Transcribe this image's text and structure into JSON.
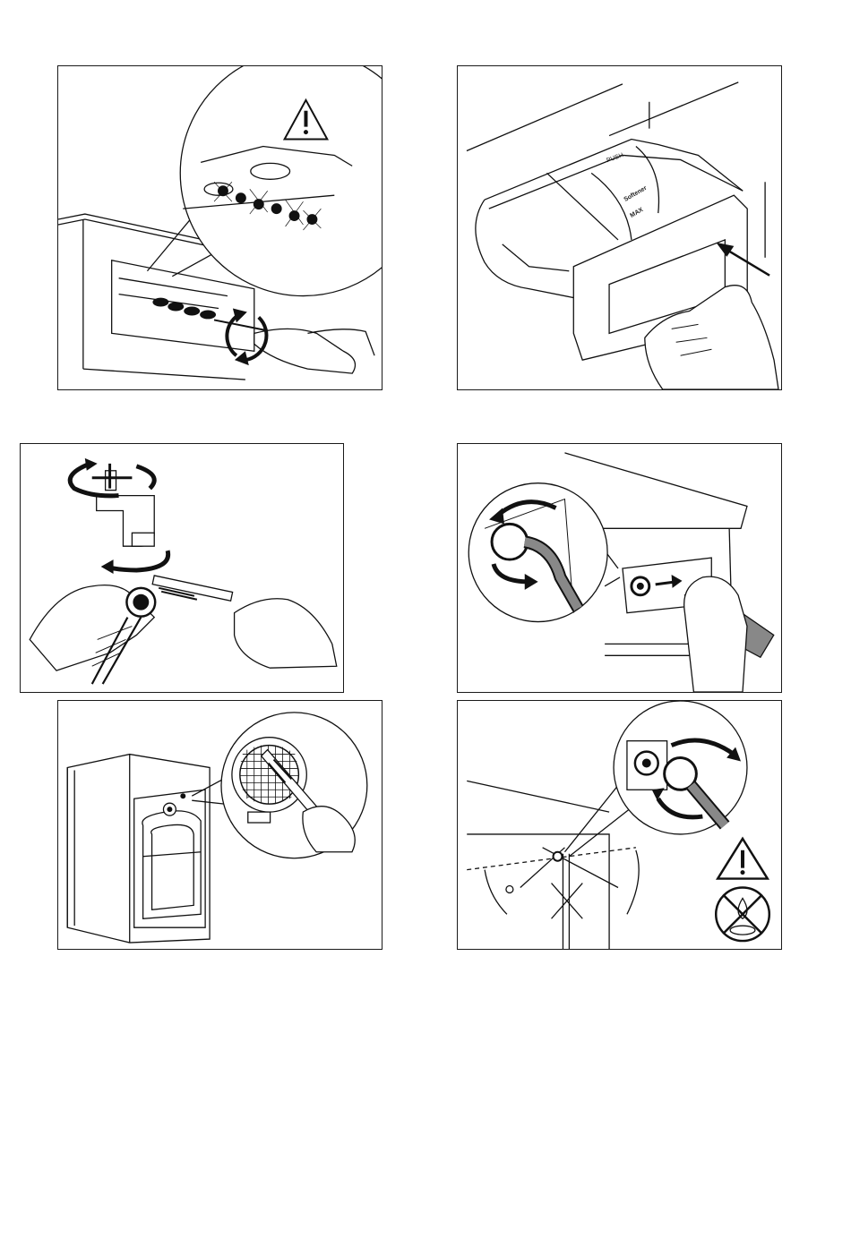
{
  "panels": [
    {
      "id": "p1",
      "icons": [
        "warning-icon",
        "brush-icon",
        "rotate-arrows-icon"
      ]
    },
    {
      "id": "p2",
      "labels": {
        "push": "PUSH",
        "softener": "Softener",
        "max": "MAX"
      },
      "icons": [
        "arrow-icon"
      ]
    },
    {
      "id": "p3",
      "icons": [
        "rotate-arrows-icon",
        "brush-icon"
      ]
    },
    {
      "id": "p4",
      "icons": [
        "rotate-arrows-icon",
        "arrow-icon"
      ]
    },
    {
      "id": "p5",
      "icons": [
        "brush-icon"
      ]
    },
    {
      "id": "p6",
      "icons": [
        "warning-icon",
        "no-water-icon",
        "rotate-arrows-icon"
      ]
    }
  ]
}
